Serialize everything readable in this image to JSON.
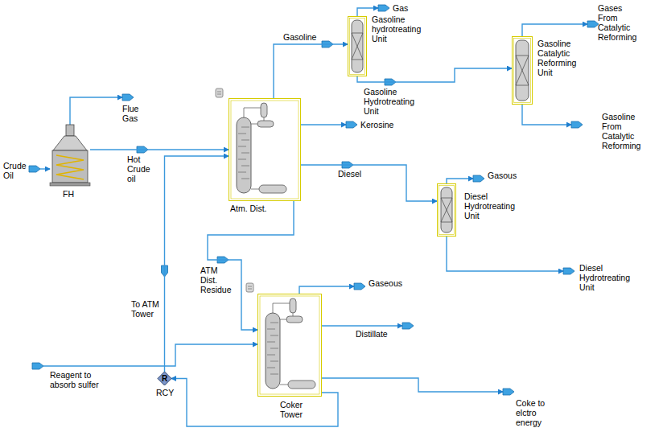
{
  "diagram": {
    "nodes": [
      {
        "text": [
          "Crude Oil"
        ]
      },
      {
        "text": [
          "FH"
        ]
      },
      {
        "text": [
          "Flue Gas"
        ]
      },
      {
        "text": [
          "Atm. Dist."
        ]
      },
      {
        "text": [
          "Gas"
        ]
      },
      {
        "text": [
          "Gasoline hydrotreating Unit"
        ]
      },
      {
        "text": [
          "Gasoline Catalytic Reforming Unit"
        ]
      },
      {
        "text": [
          "Gases From Catalytic Reforming"
        ]
      },
      {
        "text": [
          "Gasoline From Catalytic Reforming"
        ]
      },
      {
        "text": [
          "Kerosine"
        ]
      },
      {
        "text": [
          "Diesel Hydrotreating Unit"
        ]
      },
      {
        "text": [
          "Gasous"
        ]
      },
      {
        "text": [
          "Diesel Hydrotreating Unit"
        ]
      },
      {
        "text": [
          "Coker Tower"
        ]
      },
      {
        "text": [
          "Gaseous"
        ]
      },
      {
        "text": [
          "Distillate"
        ]
      },
      {
        "text": [
          "Coke to elctro energy"
        ]
      },
      {
        "text": [
          "Reagent to absorb sulfer"
        ]
      },
      {
        "text": [
          "R",
          "RCY"
        ]
      }
    ],
    "edges": [
      {
        "from": 0,
        "to": 1,
        "arrow": "to"
      },
      {
        "from": 1,
        "to": 2,
        "arrow": "to"
      },
      {
        "from": 1,
        "to": 3,
        "label": "Hot Crude oil",
        "arrow": "to"
      },
      {
        "from": 3,
        "to": 5,
        "label": "Gasoline",
        "arrow": "to"
      },
      {
        "from": 5,
        "to": 4,
        "arrow": "to"
      },
      {
        "from": 5,
        "to": 6,
        "label": "Gasoline Hydrotreating Unit",
        "arrow": "to"
      },
      {
        "from": 6,
        "to": 7,
        "arrow": "to"
      },
      {
        "from": 6,
        "to": 8,
        "arrow": "to"
      },
      {
        "from": 3,
        "to": 9,
        "arrow": "to"
      },
      {
        "from": 3,
        "to": 10,
        "label": "Diesel",
        "arrow": "to"
      },
      {
        "from": 10,
        "to": 11,
        "arrow": "to"
      },
      {
        "from": 10,
        "to": 12,
        "arrow": "to"
      },
      {
        "from": 3,
        "to": 13,
        "label": "ATM Dist. Residue",
        "arrow": "to"
      },
      {
        "from": 13,
        "to": 14,
        "arrow": "to"
      },
      {
        "from": 13,
        "to": 15,
        "arrow": "to"
      },
      {
        "from": 13,
        "to": 16,
        "arrow": "to"
      },
      {
        "from": 17,
        "to": 13,
        "arrow": "to"
      },
      {
        "from": 13,
        "to": 18,
        "arrow": "to"
      },
      {
        "from": 18,
        "to": 3,
        "label": "To ATM Tower",
        "arrow": "to"
      }
    ]
  }
}
